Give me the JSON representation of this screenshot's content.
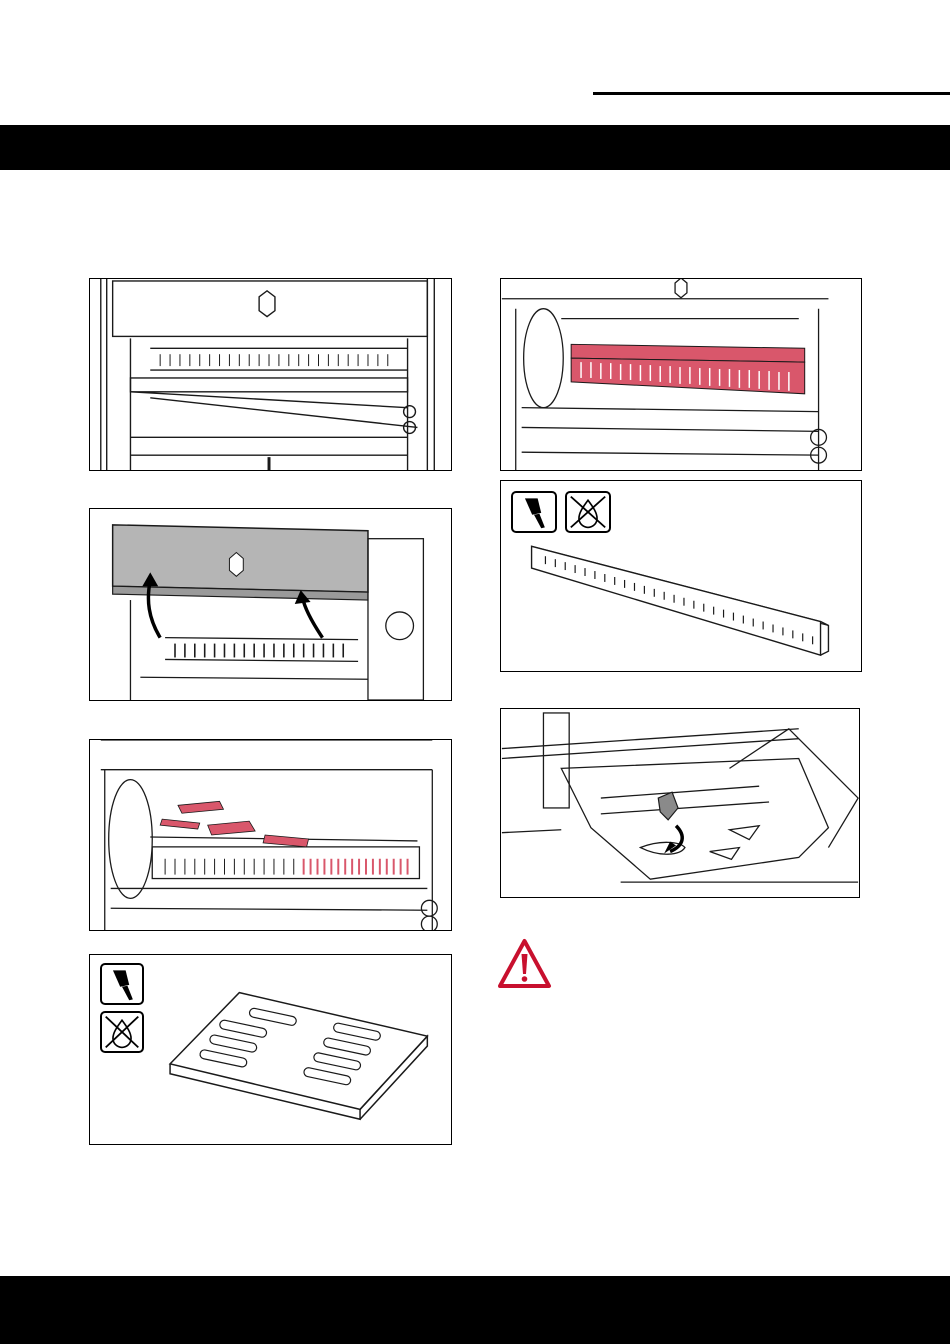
{
  "colors": {
    "band": "#000000",
    "highlight": "#d9576b",
    "warning": "#c8102e",
    "panel_fill": "#b5b5b5",
    "line": "#1a1a1a"
  },
  "figures": [
    {
      "id": "fig-oven-closed",
      "desc_icon": "oven-front-closed"
    },
    {
      "id": "fig-lift-panel",
      "desc_icon": "oven-panel-lift"
    },
    {
      "id": "fig-grate-tiles",
      "desc_icon": "oven-grate-highlight"
    },
    {
      "id": "fig-tile-cleaning",
      "desc_icon": "ceramic-tile"
    },
    {
      "id": "fig-slotted-bar",
      "desc_icon": "oven-slotted-bar-highlight"
    },
    {
      "id": "fig-bar-cleaning",
      "desc_icon": "slotted-bar"
    },
    {
      "id": "fig-latch",
      "desc_icon": "latch-detail"
    }
  ],
  "icons": {
    "brush": "brush-icon",
    "no_water": "no-water-icon",
    "warning": "warning-icon"
  }
}
